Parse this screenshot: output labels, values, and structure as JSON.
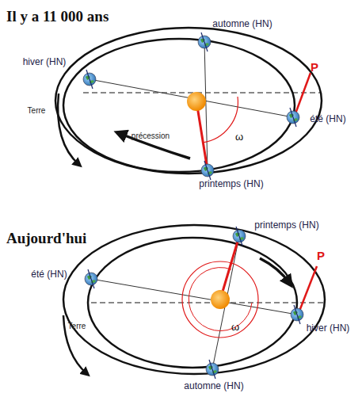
{
  "diagram": {
    "labels": [
      "Il y a 11 000 ans",
      "automne (HN)",
      "hiver (HN)",
      "P",
      "été (HN)",
      "Terre",
      "précession",
      "ω",
      "printemps (HN)",
      "Aujourd'hui",
      "printemps (HN)",
      "P",
      "été (HN)",
      "Terre",
      "ω",
      "hiver (HN)",
      "automne (HN)"
    ]
  }
}
